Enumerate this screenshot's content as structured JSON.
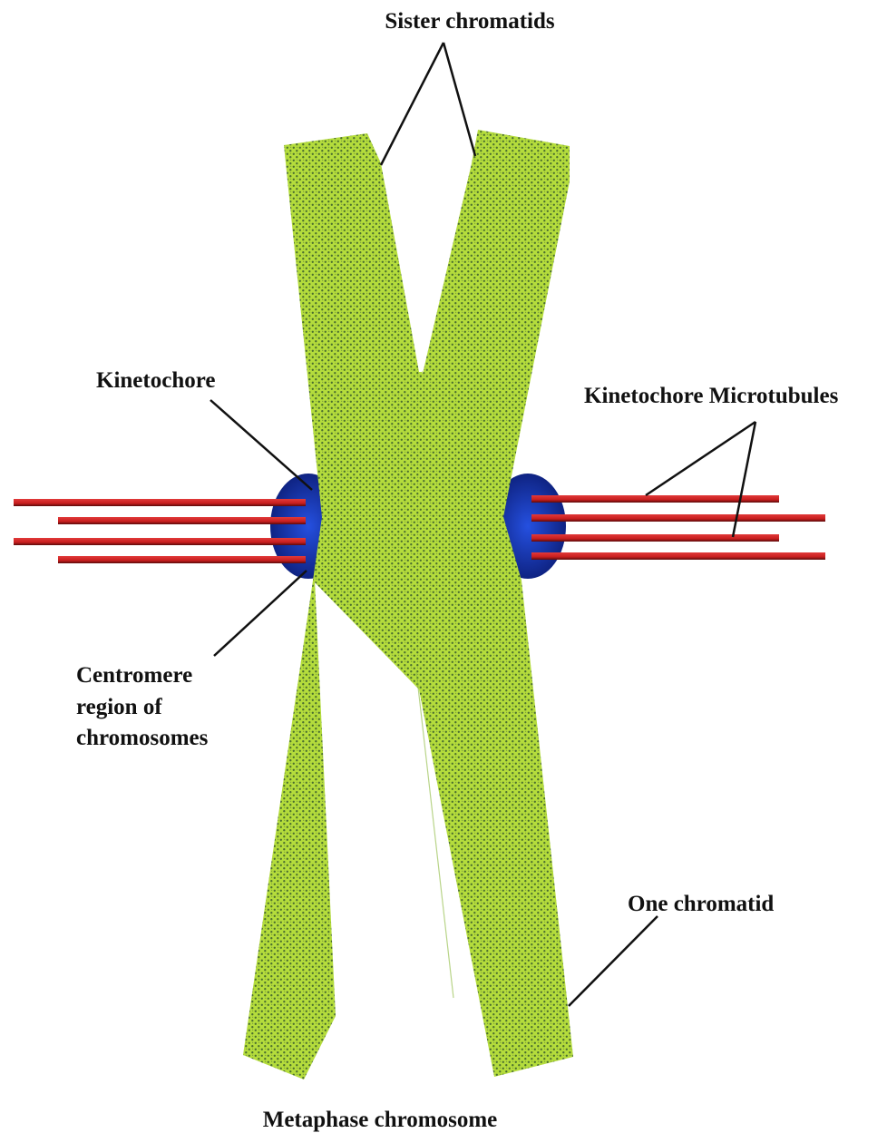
{
  "labels": {
    "sister_chromatids": "Sister chromatids",
    "kinetochore": "Kinetochore",
    "kinetochore_microtubules": "Kinetochore Microtubules",
    "centromere_line1": "Centromere",
    "centromere_line2": "region of",
    "centromere_line3": "chromosomes",
    "one_chromatid": "One chromatid",
    "caption": "Metaphase chromosome"
  },
  "colors": {
    "chromatid_fill": "#b4dc3c",
    "chromatid_dots": "#4a6e2e",
    "kinetochore": "#1438c8",
    "kinetochore_dark": "#0a1a70",
    "microtubule": "#c81e1e",
    "microtubule_dark": "#5a0a0a",
    "leader_line": "#111111"
  }
}
